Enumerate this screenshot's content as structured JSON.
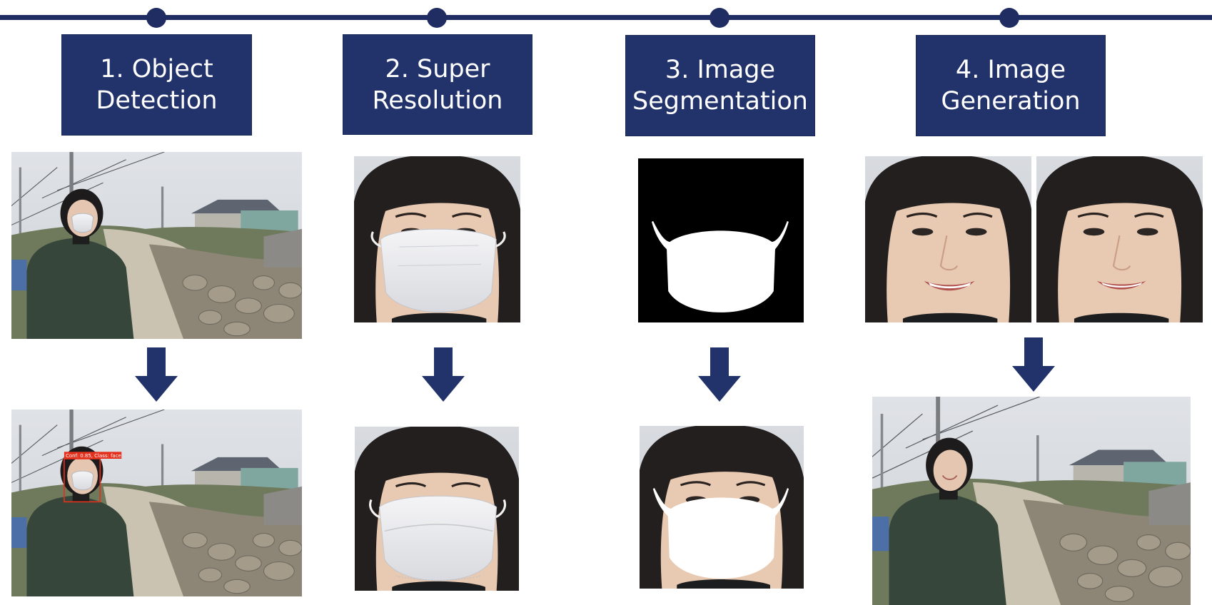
{
  "colors": {
    "accent": "#22326a",
    "rail": "#1f2d63",
    "detection_box": "#e4301c",
    "mask_black": "#000000",
    "mask_white": "#ffffff"
  },
  "steps": [
    {
      "line1": "1. Object",
      "line2": "Detection"
    },
    {
      "line1": "2. Super",
      "line2": "Resolution"
    },
    {
      "line1": "3. Image",
      "line2": "Segmentation"
    },
    {
      "line1": "4. Image",
      "line2": "Generation"
    }
  ],
  "images": {
    "step1_input": "street-photo-masked",
    "step1_output": "street-photo-detected",
    "step1_output_label": "Conf: 0.85, Class: face",
    "step2_input": "face-crop-low-res",
    "step2_output": "face-crop-super-resolved",
    "step3_input": "mask-segmentation-map",
    "step3_output": "face-with-mask-overlay",
    "step4_inputs": [
      "generated-face-a",
      "generated-face-b"
    ],
    "step4_output": "street-photo-unmasked"
  },
  "icons": {
    "flow": "arrow-down-icon",
    "timeline_node": "timeline-dot-icon"
  }
}
